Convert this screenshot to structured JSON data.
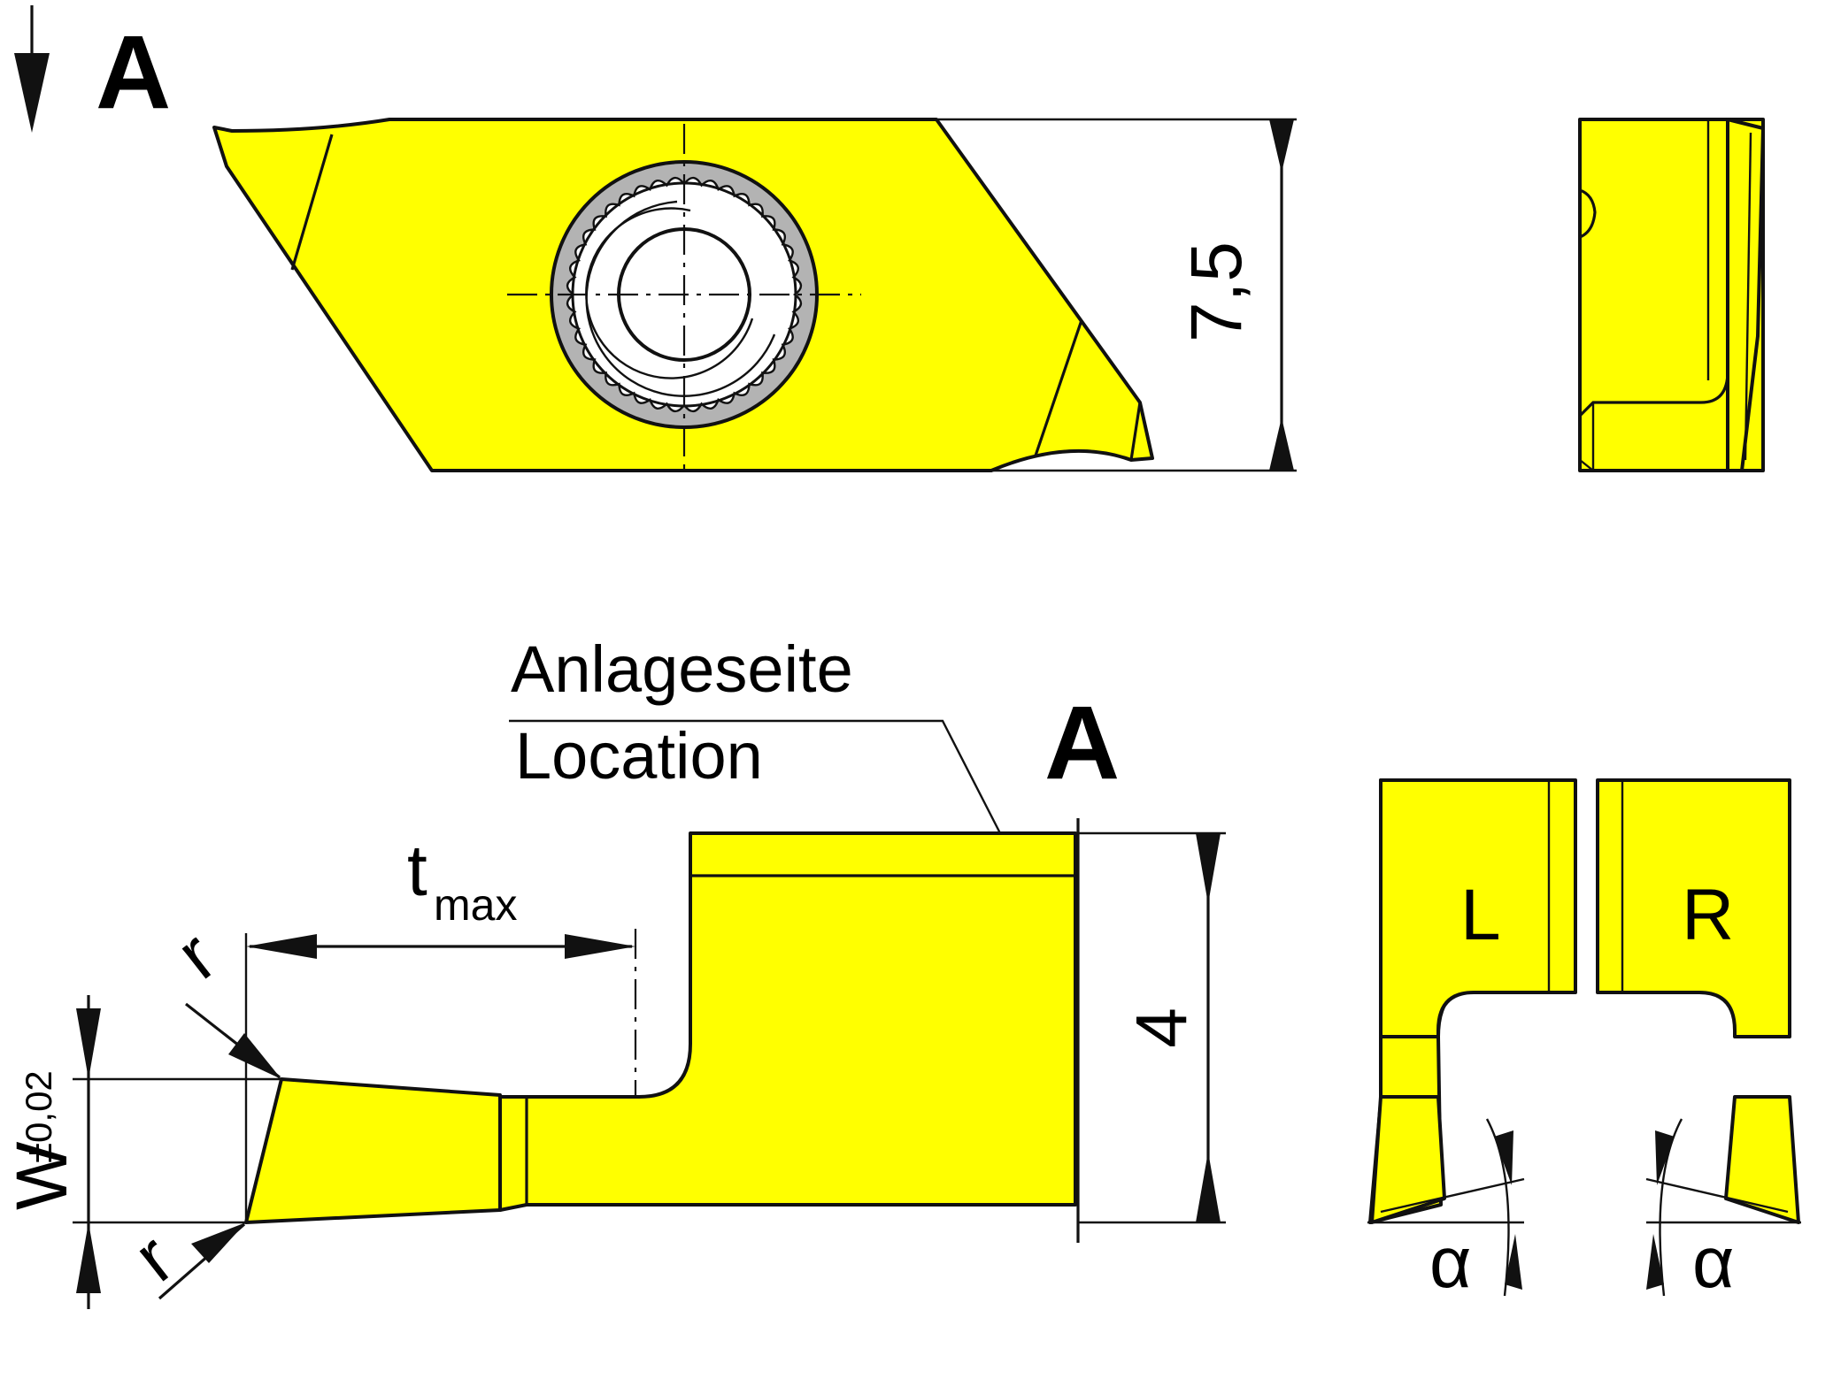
{
  "colors": {
    "insert_fill": "#ffff00",
    "hub_fill": "#b3b3b3",
    "line": "#111111",
    "background": "#ffffff"
  },
  "labels": {
    "view_marker": "A",
    "section_marker": "A",
    "height_dim": "7,5",
    "width_dim": "4",
    "location_de": "Anlageseite",
    "location_en": "Location",
    "tmax_main": "t",
    "tmax_sub": "max",
    "radius_top": "r",
    "radius_bottom": "r",
    "w_main": "W",
    "w_tol": "±0,02",
    "left_hand": "L",
    "right_hand": "R",
    "angle_left": "α",
    "angle_right": "α"
  }
}
